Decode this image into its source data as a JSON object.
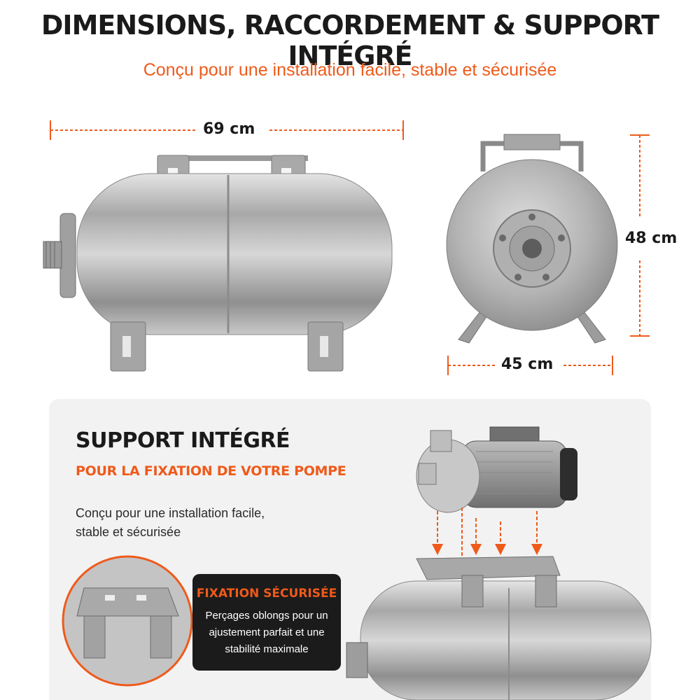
{
  "header": {
    "title": "DIMENSIONS, RACCORDEMENT & SUPPORT INTÉGRÉ",
    "subtitle": "Conçu pour une installation facile, stable et sécurisée"
  },
  "dimensions": {
    "length": "69 cm",
    "height": "48 cm",
    "width": "45 cm"
  },
  "support": {
    "title": "SUPPORT INTÉGRÉ",
    "subtitle": "POUR LA FIXATION DE VOTRE POMPE",
    "description": "Conçu pour une installation facile, stable et sécurisée"
  },
  "fixation": {
    "title": "FIXATION SÉCURISÉE",
    "description": "Perçages oblongs pour un ajustement parfait et une stabilité maximale"
  },
  "colors": {
    "accent": "#ef5a1a",
    "text": "#1a1a1a",
    "steel": "#b9b9b9"
  }
}
